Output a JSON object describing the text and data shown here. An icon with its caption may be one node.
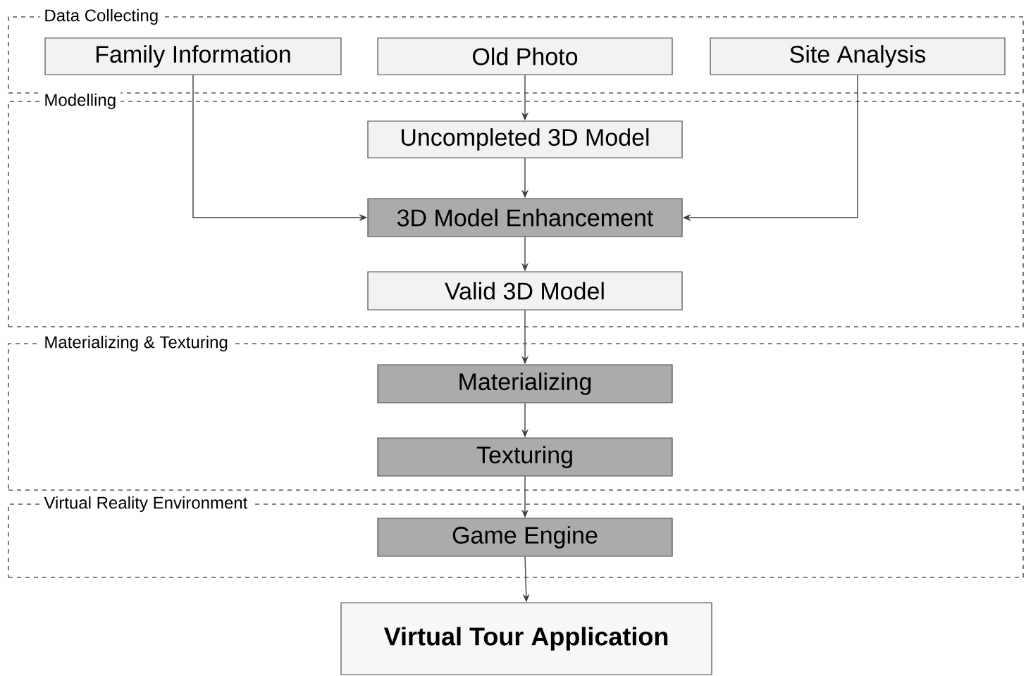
{
  "diagram": {
    "nodes": [
      {
        "text": [
          "Data Collecting"
        ]
      },
      {
        "text": [
          "Family Information"
        ],
        "in": 0
      },
      {
        "text": [
          "Old Photo"
        ],
        "in": 0
      },
      {
        "text": [
          "Site Analysis"
        ],
        "in": 0
      },
      {
        "text": [
          "Modelling"
        ]
      },
      {
        "text": [
          "Uncompleted 3D Model"
        ],
        "in": 4
      },
      {
        "text": [
          "3D Model Enhancement"
        ],
        "in": 4
      },
      {
        "text": [
          "Valid 3D Model"
        ],
        "in": 4
      },
      {
        "text": [
          "Materializing & Texturing"
        ]
      },
      {
        "text": [
          "Materializing"
        ],
        "in": 8
      },
      {
        "text": [
          "Texturing"
        ],
        "in": 8
      },
      {
        "text": [
          "Virtual Reality Environment"
        ]
      },
      {
        "text": [
          "Game Engine"
        ],
        "in": 11
      },
      {
        "text": [
          "Virtual Tour Application"
        ]
      }
    ],
    "edges": [
      {
        "from": 1,
        "to": 6,
        "arrow": "to"
      },
      {
        "from": 2,
        "to": 5,
        "arrow": "to"
      },
      {
        "from": 3,
        "to": 6,
        "arrow": "to"
      },
      {
        "from": 5,
        "to": 6,
        "arrow": "to"
      },
      {
        "from": 6,
        "to": 7,
        "arrow": "to"
      },
      {
        "from": 7,
        "to": 9,
        "arrow": "to"
      },
      {
        "from": 9,
        "to": 10,
        "arrow": "to"
      },
      {
        "from": 10,
        "to": 12,
        "arrow": "to"
      },
      {
        "from": 12,
        "to": 13,
        "arrow": "to"
      }
    ]
  }
}
